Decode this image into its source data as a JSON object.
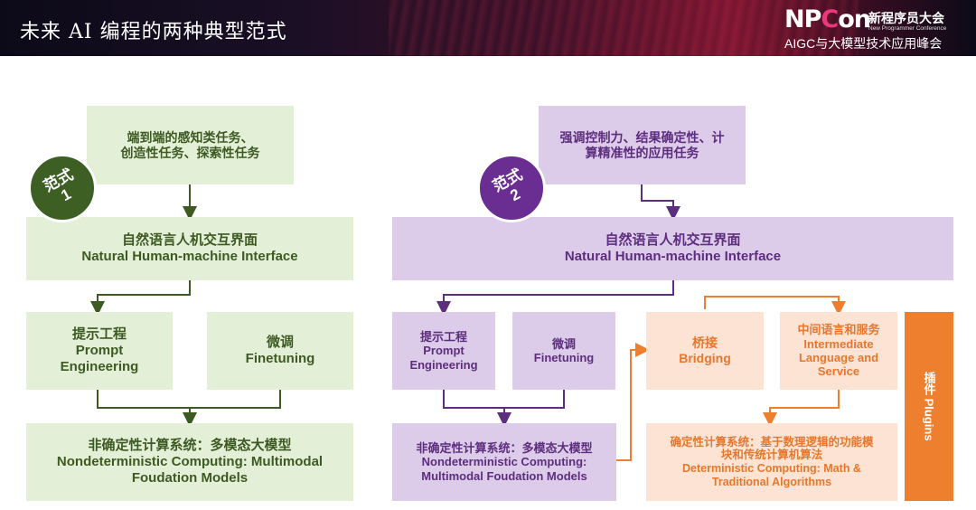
{
  "header": {
    "title": "未来 AI 编程的两种典型范式",
    "logo_mark_a": "NP",
    "logo_mark_b": "C",
    "logo_mark_c": "on",
    "logo_cn": "新程序员大会",
    "logo_en": "New Programmer Conference",
    "logo_sub": "AIGC与大模型技术应用峰会"
  },
  "colors": {
    "green_box": "#e3efd7",
    "green_text": "#3d5a23",
    "green_badge": "#3d5f23",
    "purple_box": "#dccbe9",
    "purple_text": "#5d2d7e",
    "purple_badge": "#6a2d92",
    "orange_box": "#fce3d4",
    "orange_text": "#e9772b",
    "orange_plugin": "#ee7f2f"
  },
  "left": {
    "badge": {
      "line1": "范式",
      "line2": "1"
    },
    "task": {
      "line1": "端到端的感知类任务、",
      "line2": "创造性任务、探索性任务"
    },
    "interface": {
      "cn": "自然语言人机交互界面",
      "en": "Natural Human-machine Interface"
    },
    "prompt": {
      "cn": "提示工程",
      "en1": "Prompt",
      "en2": "Engineering"
    },
    "finetune": {
      "cn": "微调",
      "en": "Finetuning"
    },
    "model": {
      "cn": "非确定性计算系统：多模态大模型",
      "en1": "Nondeterministic Computing: Multimodal",
      "en2": "Foudation Models"
    }
  },
  "right": {
    "badge": {
      "line1": "范式",
      "line2": "2"
    },
    "task": {
      "line1": "强调控制力、结果确定性、计",
      "line2": "算精准性的应用任务"
    },
    "interface": {
      "cn": "自然语言人机交互界面",
      "en": "Natural Human-machine Interface"
    },
    "prompt": {
      "cn": "提示工程",
      "en1": "Prompt",
      "en2": "Engineering"
    },
    "finetune": {
      "cn": "微调",
      "en": "Finetuning"
    },
    "model": {
      "cn": "非确定性计算系统：多模态大模型",
      "en1": "Nondeterministic Computing:",
      "en2": "Multimodal Foudation Models"
    },
    "bridging": {
      "cn": "桥接",
      "en": "Bridging"
    },
    "intermediate": {
      "cn": "中间语言和服务",
      "en1": "Intermediate",
      "en2": "Language and",
      "en3": "Service"
    },
    "deterministic": {
      "cn1": "确定性计算系统：基于数理逻辑的功能模",
      "cn2": "块和传统计算机算法",
      "en1": "Deterministic Computing: Math &",
      "en2": "Traditional Algorithms"
    },
    "plugins": "插件 Plugins"
  }
}
